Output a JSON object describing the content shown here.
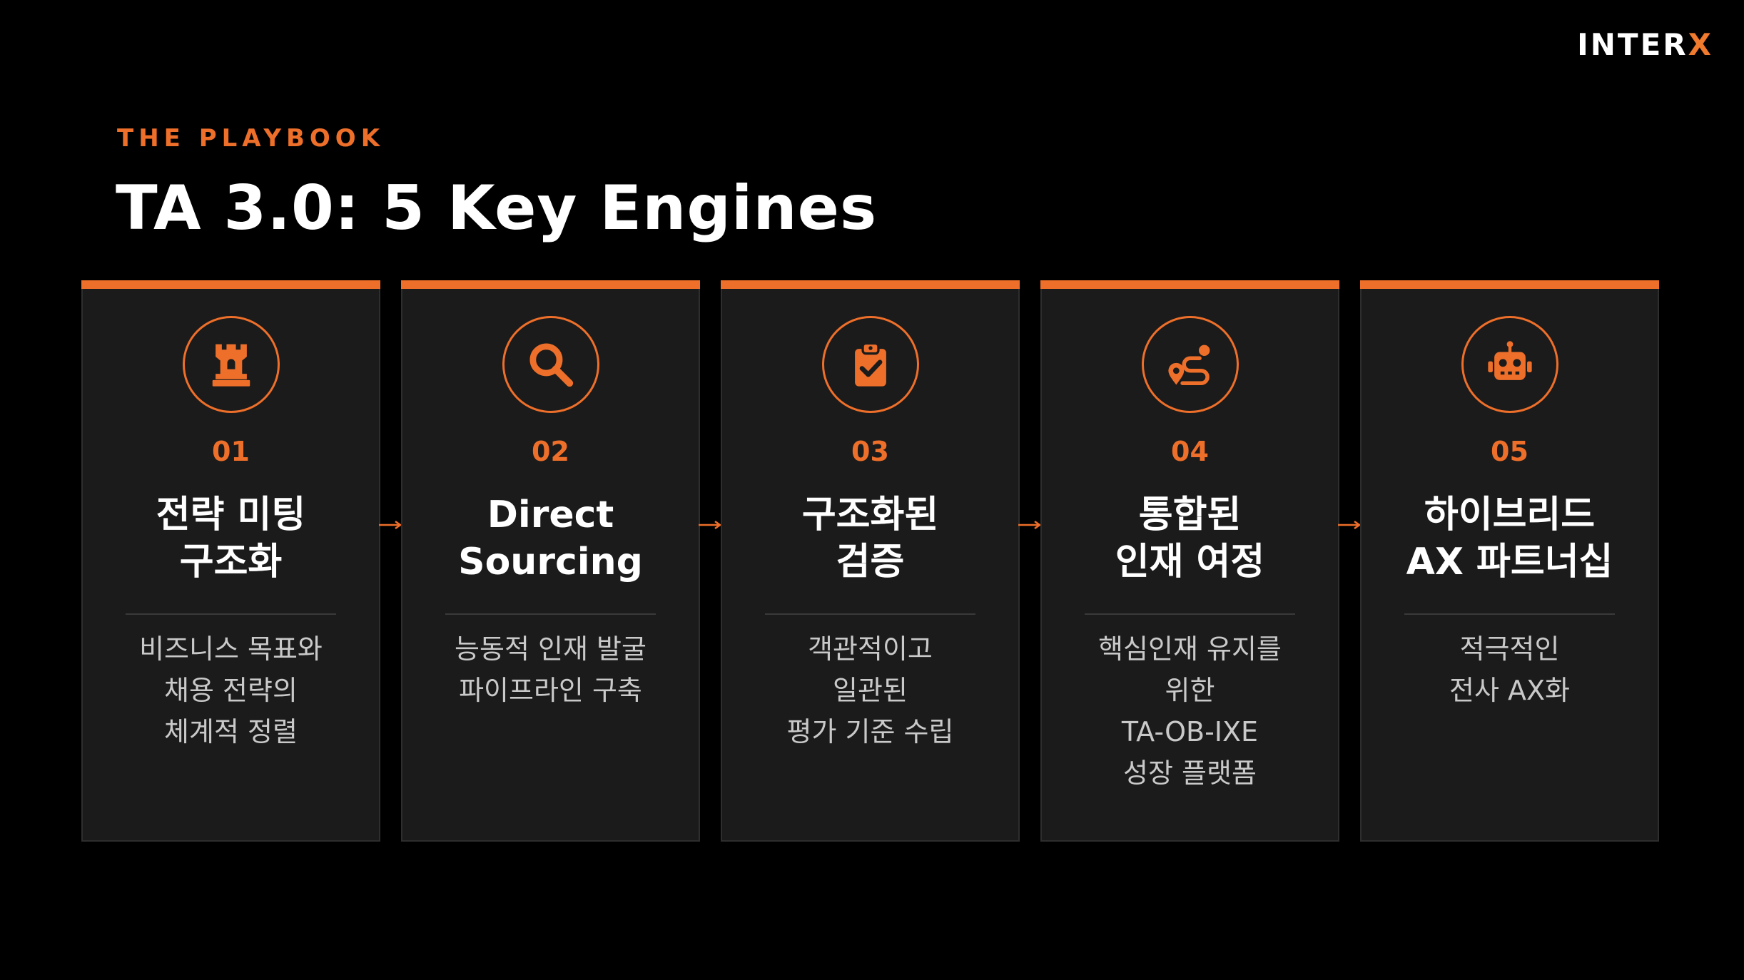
{
  "logo": {
    "main": "INTER",
    "accent": "X"
  },
  "eyebrow": "THE PLAYBOOK",
  "title": "TA 3.0: 5 Key Engines",
  "colors": {
    "accent": "#ee6f2a",
    "card_bg": "#1b1b1b",
    "background": "#000000"
  },
  "cards": [
    {
      "icon": "chess-rook-icon",
      "number": "01",
      "title_lines": [
        "전략 미팅",
        "구조화"
      ],
      "desc_lines": [
        "비즈니스 목표와",
        "채용 전략의",
        "체계적 정렬"
      ]
    },
    {
      "icon": "magnifying-glass-icon",
      "number": "02",
      "title_lines": [
        "Direct",
        "Sourcing"
      ],
      "desc_lines": [
        "능동적 인재 발굴",
        "파이프라인 구축"
      ]
    },
    {
      "icon": "clipboard-check-icon",
      "number": "03",
      "title_lines": [
        "구조화된",
        "검증"
      ],
      "desc_lines": [
        "객관적이고",
        "일관된",
        "평가 기준 수립"
      ]
    },
    {
      "icon": "route-icon",
      "number": "04",
      "title_lines": [
        "통합된",
        "인재 여정"
      ],
      "desc_lines": [
        "핵심인재 유지를",
        "위한",
        "TA-OB-IXE",
        "성장 플랫폼"
      ]
    },
    {
      "icon": "robot-icon",
      "number": "05",
      "title_lines": [
        "하이브리드",
        "AX 파트너십"
      ],
      "desc_lines": [
        "적극적인",
        "전사 AX화"
      ]
    }
  ]
}
